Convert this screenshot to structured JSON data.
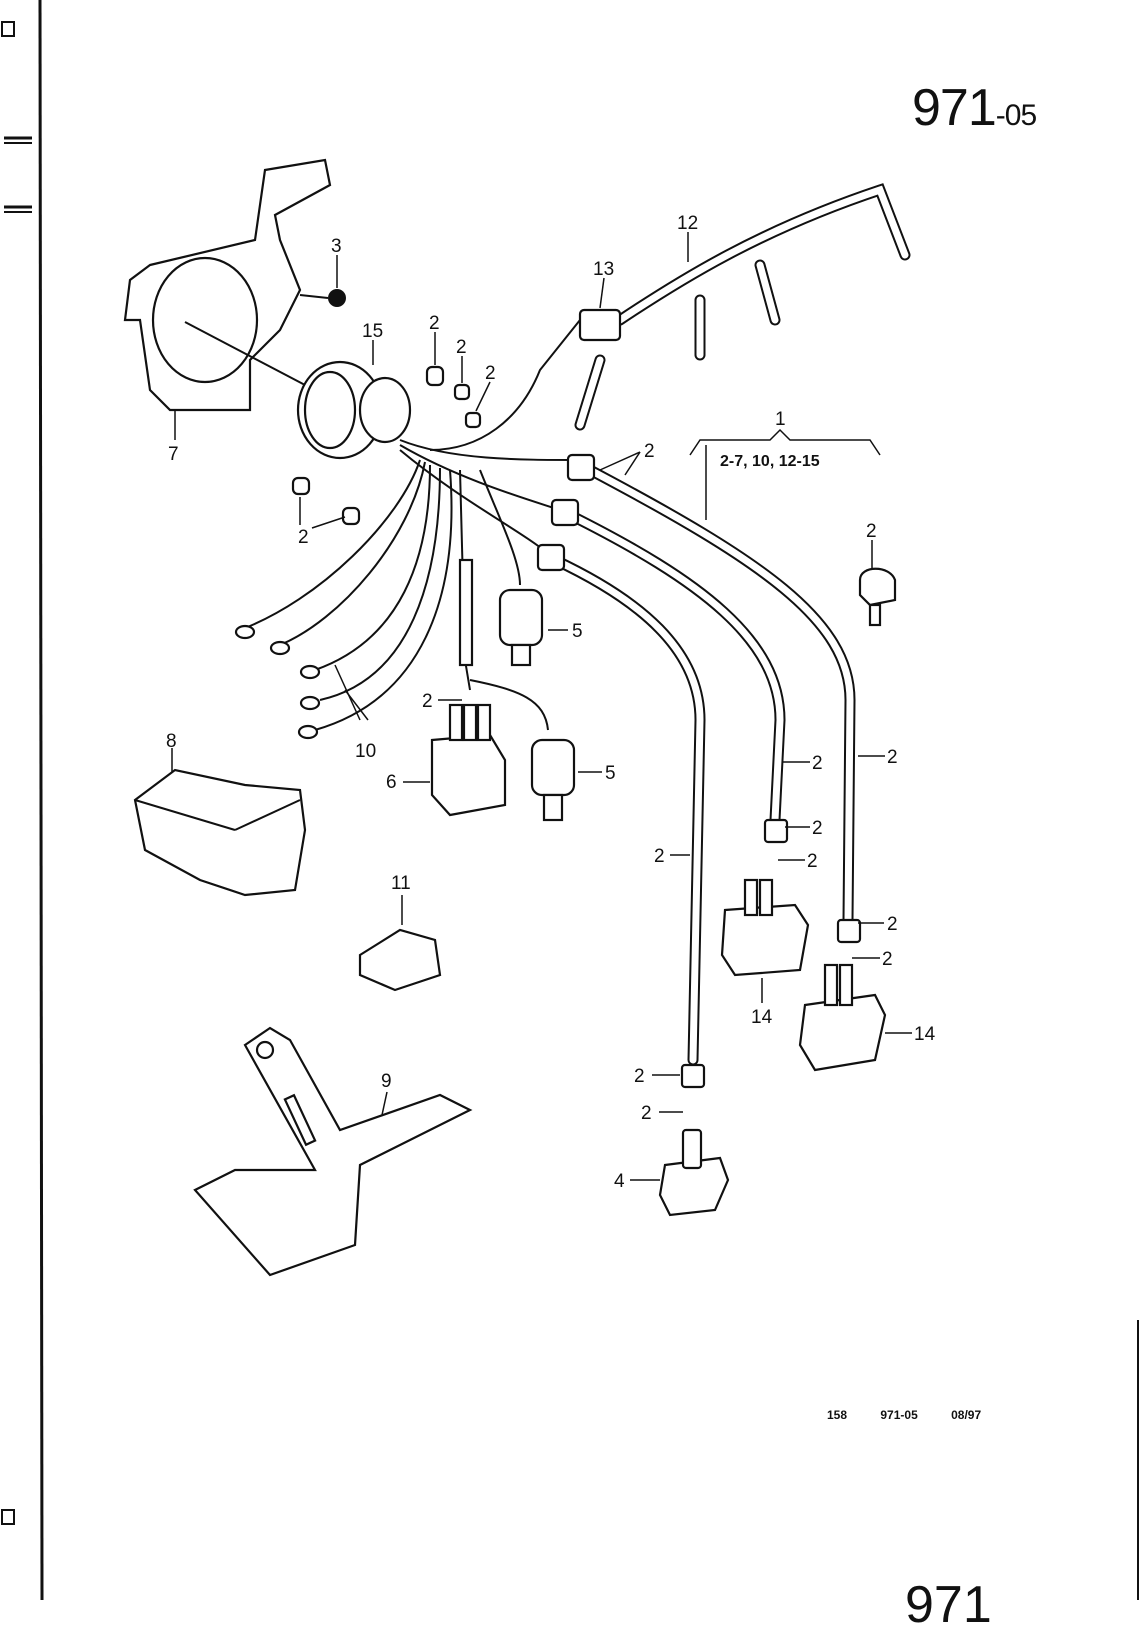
{
  "header": {
    "page_number_main": "971",
    "page_number_suffix": "-05"
  },
  "callouts": [
    "3",
    "12",
    "13",
    "15",
    "2",
    "2",
    "2",
    "7",
    "2",
    "1",
    "2-7, 10, 12-15",
    "2",
    "2",
    "5",
    "2",
    "10",
    "8",
    "6",
    "5",
    "2",
    "2",
    "2",
    "2",
    "2",
    "2",
    "2",
    "11",
    "14",
    "14",
    "9",
    "2",
    "2",
    "4"
  ],
  "footer": {
    "sheet": "158",
    "code": "971-05",
    "date": "08/97"
  },
  "cut_off_page_number": "971"
}
